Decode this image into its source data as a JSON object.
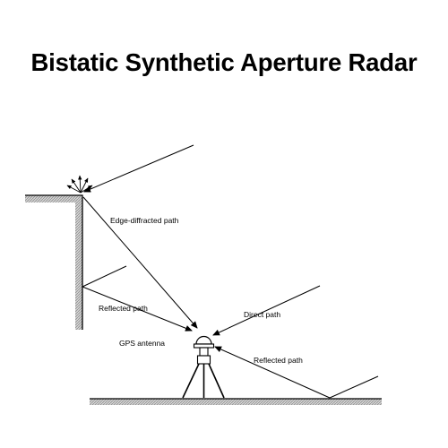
{
  "title": "Bistatic Synthetic Aperture Radar",
  "labels": {
    "edge_diffracted": "Edge-diffracted path",
    "reflected_wall": "Reflected path",
    "direct": "Direct path",
    "gps_antenna": "GPS antenna",
    "reflected_ground": "Reflected path"
  },
  "colors": {
    "line": "#000000",
    "ground_shade": "#9a9a9a",
    "ground_fill": "#cfcfcf"
  }
}
